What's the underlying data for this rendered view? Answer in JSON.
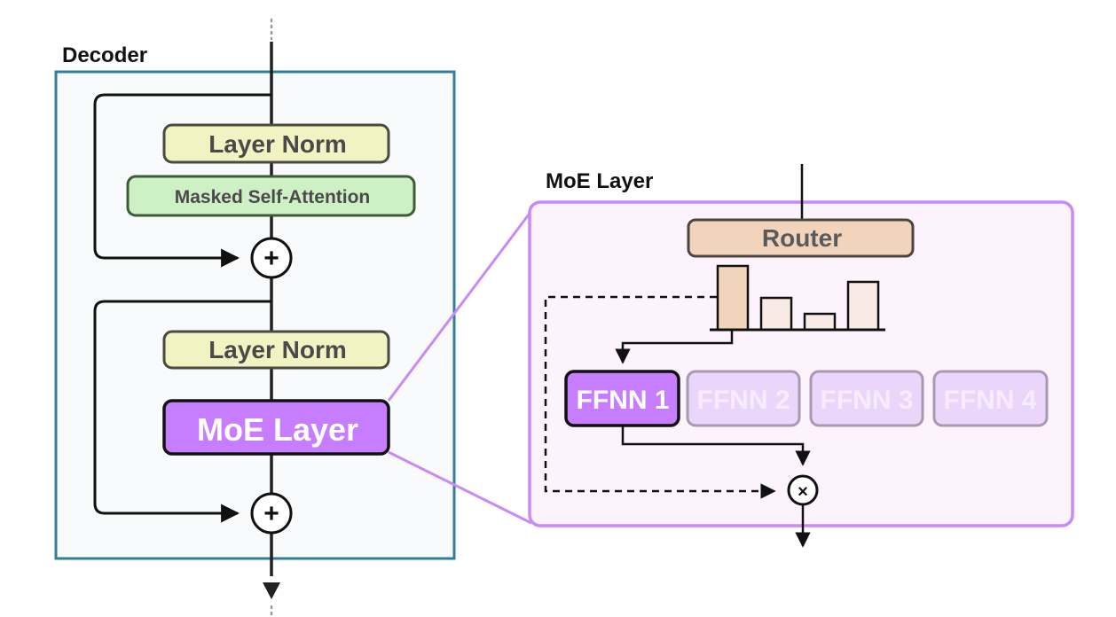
{
  "decoder": {
    "title": "Decoder",
    "blocks": {
      "layer_norm_1": "Layer Norm",
      "attention": "Masked Self-Attention",
      "layer_norm_2": "Layer Norm",
      "moe": "MoE Layer"
    },
    "add_symbol": "+"
  },
  "moe_panel": {
    "title": "MoE Layer",
    "router": "Router",
    "router_weights": [
      1.0,
      0.5,
      0.25,
      0.75
    ],
    "selected_expert": 1,
    "experts": [
      "FFNN 1",
      "FFNN 2",
      "FFNN 3",
      "FFNN 4"
    ],
    "multiply_symbol": "×"
  },
  "colors": {
    "decoder_border": "#2f7f9a",
    "layer_norm_fill": "#f2f3c2",
    "attention_fill": "#cdf0c4",
    "moe_fill": "#c77dff",
    "moe_panel_border": "#c98af7",
    "router_fill": "#f2d4bd"
  }
}
